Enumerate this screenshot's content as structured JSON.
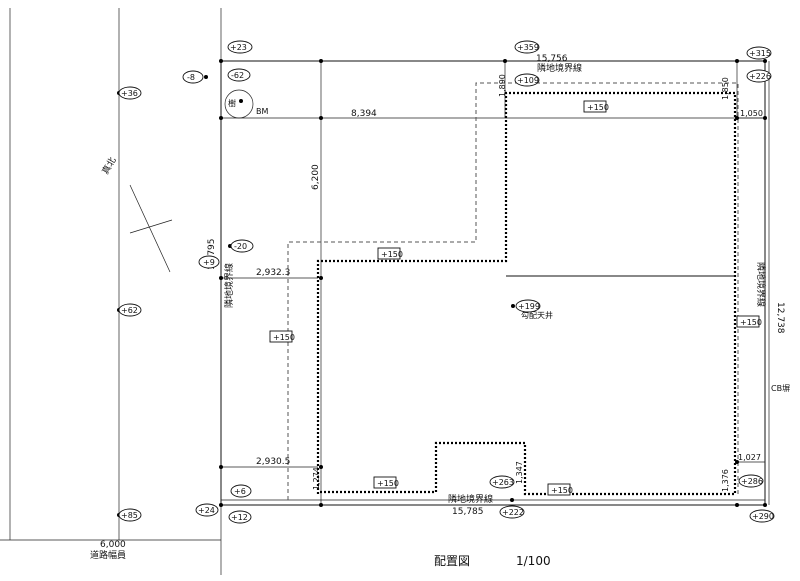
{
  "caption": {
    "name": "配置図",
    "scale": "1/100"
  },
  "north_label": "真北",
  "benchmark": {
    "tree": "樹",
    "bm": "BM"
  },
  "road": {
    "width": "6,000",
    "label": "道路幅員"
  },
  "labels": {
    "boundary_top": "隣地境界線",
    "boundary_bottom": "隣地境界線",
    "boundary_left": "隣地境界線",
    "boundary_right": "隣地境界線",
    "cb_wall": "CB塀",
    "ceiling": "勾配天井"
  },
  "dimensions": {
    "top_length": "15,756",
    "bottom_length": "15,785",
    "left_length": "12,795",
    "right_length": "12,738",
    "offset_8394": "8,394",
    "offset_6200": "6,200",
    "offset_2932": "2,932.3",
    "offset_2930": "2,930.5",
    "offset_1050": "1,050",
    "offset_1027": "1,027",
    "small_1890": "1,890",
    "small_1850": "1,850",
    "small_1347": "1,347",
    "small_1274": "1,274",
    "small_1376": "1,376"
  },
  "spot_levels": {
    "l_23": "+23",
    "l_n62": "-62",
    "l_n8": "-8",
    "l_36": "+36",
    "l_9": "+9",
    "l_n20": "-20",
    "l_62": "+62",
    "l_85": "+85",
    "l_24": "+24",
    "l_6": "+6",
    "l_12": "+12",
    "l_359": "+359",
    "l_109": "+109",
    "l_315": "+315",
    "l_226": "+226",
    "l_199": "+199",
    "l_263": "+263",
    "l_222": "+222",
    "l_286": "+286",
    "l_290": "+290"
  },
  "offset_boxes": {
    "b1": "+150",
    "b2": "+150",
    "b3": "+150",
    "b4": "+150",
    "b5": "+150",
    "b6": "+150"
  }
}
